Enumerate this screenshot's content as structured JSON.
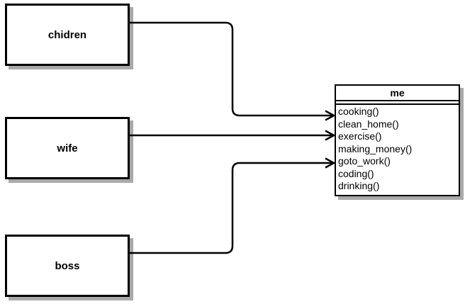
{
  "diagram": {
    "background_color": "#ffffff",
    "line_color": "#000000",
    "box_fill_color": "#ffffff",
    "shadow_color": "#a9a9a9",
    "nodes": {
      "chidren": {
        "label": "chidren"
      },
      "wife": {
        "label": "wife"
      },
      "boss": {
        "label": "boss"
      },
      "me": {
        "title": "me",
        "methods": [
          "cooking()",
          "clean_home()",
          "exercise()",
          "making_money()",
          "goto_work()",
          "coding()",
          "drinking()"
        ]
      }
    },
    "edges": [
      {
        "from": "chidren",
        "to": "me"
      },
      {
        "from": "wife",
        "to": "me"
      },
      {
        "from": "boss",
        "to": "me"
      }
    ]
  }
}
